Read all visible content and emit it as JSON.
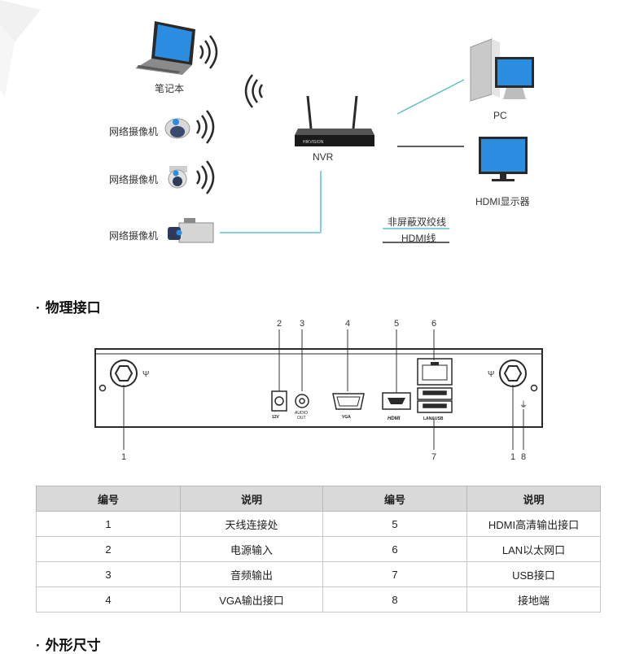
{
  "topology": {
    "laptop_label": "笔记本",
    "camera1_label": "网络摄像机",
    "camera2_label": "网络摄像机",
    "camera3_label": "网络摄像机",
    "nvr_label": "NVR",
    "pc_label": "PC",
    "monitor_label": "HDMI显示器",
    "legend_twisted_pair": "非屏蔽双绞线",
    "legend_hdmi": "HDMI线",
    "nvr_badge": "HIKVISION"
  },
  "interfaces": {
    "title": "物理接口",
    "callouts_top": [
      "2",
      "3",
      "4",
      "5",
      "6"
    ],
    "callouts_bottom": [
      "1",
      "7",
      "1",
      "8"
    ],
    "port_labels": {
      "power": "12V",
      "audio": "AUDIO",
      "audio2": "OUT",
      "vga": "VGA",
      "hdmi": "HDMI",
      "lanusb": "LAN&USB"
    }
  },
  "table": {
    "headers": [
      "编号",
      "说明",
      "编号",
      "说明"
    ],
    "rows": [
      [
        "1",
        "天线连接处",
        "5",
        "HDMI高清输出接口"
      ],
      [
        "2",
        "电源输入",
        "6",
        "LAN以太网口"
      ],
      [
        "3",
        "音频输出",
        "7",
        "USB接口"
      ],
      [
        "4",
        "VGA输出接口",
        "8",
        "接地端"
      ]
    ]
  },
  "dimensions": {
    "title": "外形尺寸"
  },
  "colors": {
    "accent_line": "#5bc0cf",
    "device_dark": "#222222",
    "table_header": "#d9d9d9"
  }
}
